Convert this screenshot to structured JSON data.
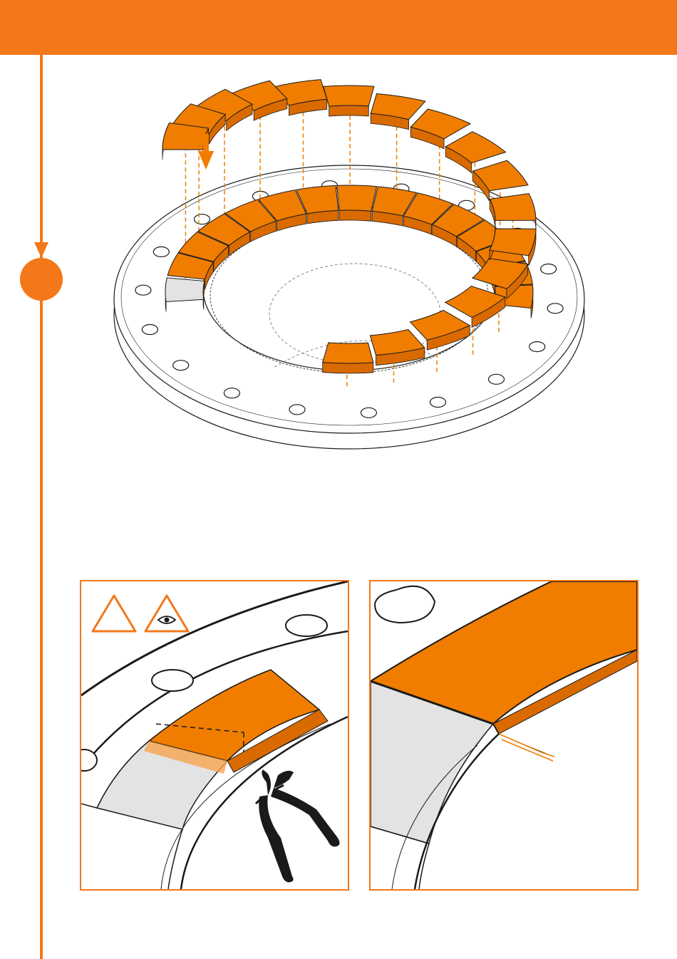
{
  "colors": {
    "accent": "#f47719",
    "segment_fill": "#f07d00",
    "segment_edge": "#c45e00",
    "inner_face": "#d96a00",
    "placeholder_grey": "#e3e3e3",
    "outline": "#1a1a1a",
    "guide_dash": "#f07d00"
  },
  "figure": {
    "ring_segments_installed": 14,
    "ring_segments_lifted": 17,
    "flange_bolt_holes": 18
  },
  "icons": {
    "warning": "warning-triangle-icon",
    "inspect": "eye-warning-icon",
    "tool": "side-cutter-pliers-icon",
    "direction": "arrow-down-icon"
  }
}
